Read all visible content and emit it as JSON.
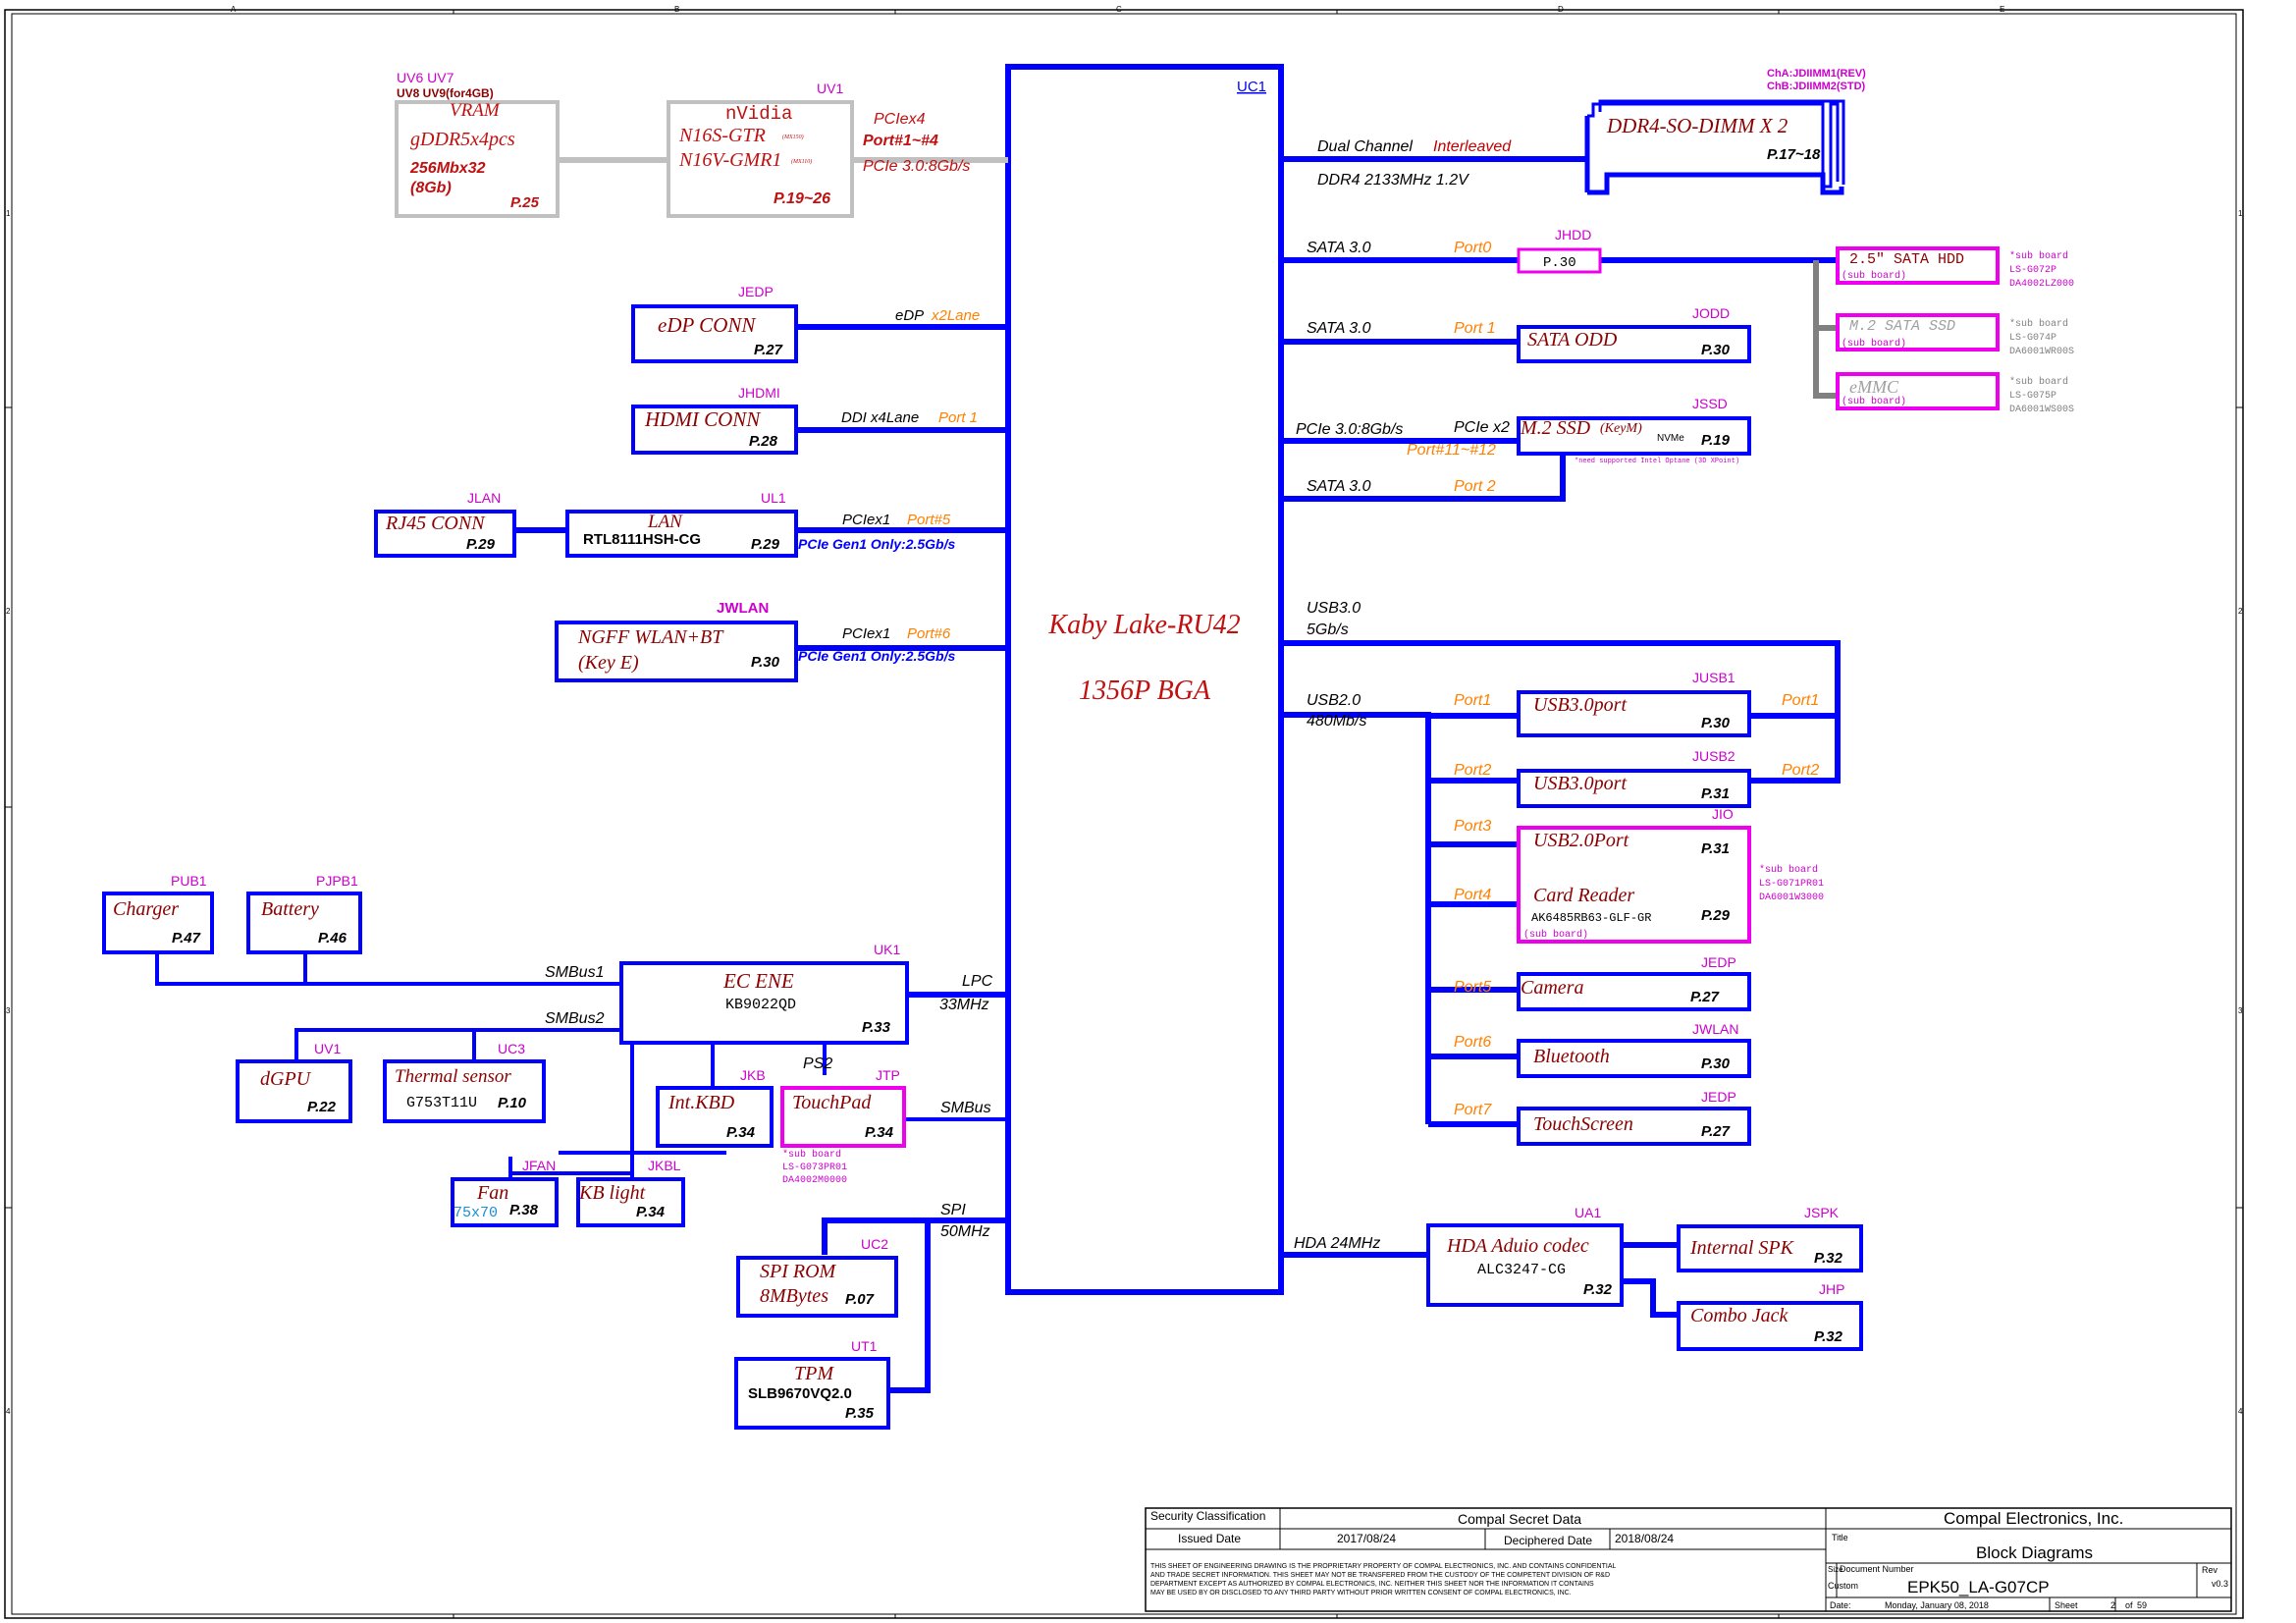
{
  "border": {
    "cols": [
      "A",
      "B",
      "C",
      "D",
      "E"
    ],
    "rows": [
      "1",
      "2",
      "3",
      "4"
    ]
  },
  "colors": {
    "bus": "#0000ff",
    "text": "#000000",
    "title_text": "#8b0000",
    "ref": "#cc00cc",
    "port": "#ff8000",
    "gray": "#a0a0a0",
    "magenta_box": "#ee00ee",
    "cyan_text": "#1a8fd6"
  },
  "cpu": {
    "ref": "UC1",
    "name": "Kaby Lake-RU42",
    "package": "1356P BGA"
  },
  "vram": {
    "refs1": "UV6  UV7",
    "refs2": "UV8 UV9(for4GB)",
    "title": "VRAM",
    "line1": "gDDR5x4pcs",
    "line2": "256Mbx32",
    "line3": "(8Gb)",
    "page": "P.25"
  },
  "gpu": {
    "ref": "UV1",
    "title": "nVidia",
    "line1": "N16S-GTR",
    "tag1": "(MX150)",
    "line2": "N16V-GMR1",
    "tag2": "(MX110)",
    "page": "P.19~26",
    "bus1": "PCIex4",
    "bus2": "Port#1~#4",
    "bus3": "PCIe 3.0:8Gb/s"
  },
  "edp": {
    "ref": "JEDP",
    "title": "eDP CONN",
    "page": "P.27",
    "bus": "eDP",
    "lane": "x2Lane"
  },
  "hdmi": {
    "ref": "JHDMI",
    "title": "HDMI CONN",
    "page": "P.28",
    "bus": "DDI x4Lane",
    "port": "Port 1"
  },
  "rj45": {
    "ref": "JLAN",
    "title": "RJ45 CONN",
    "page": "P.29"
  },
  "lan": {
    "ref": "UL1",
    "title": "LAN",
    "chip": "RTL8111HSH-CG",
    "page": "P.29",
    "bus": "PCIex1",
    "port": "Port#5",
    "speed": "PCIe Gen1 Only:2.5Gb/s"
  },
  "wlan": {
    "ref": "JWLAN",
    "title": "NGFF WLAN+BT",
    "title2": "(Key E)",
    "page": "P.30",
    "bus": "PCIex1",
    "port": "Port#6",
    "speed": "PCIe Gen1 Only:2.5Gb/s"
  },
  "ddr": {
    "note1": "ChA:JDIIMM1(REV)",
    "note2": "ChB:JDIIMM2(STD)",
    "title": "DDR4-SO-DIMM X 2",
    "page": "P.17~18",
    "bus1a": "Dual Channel",
    "bus1b": "Interleaved",
    "bus2": "DDR4 2133MHz 1.2V"
  },
  "sata0": {
    "bus": "SATA 3.0",
    "port": "Port0",
    "ref": "JHDD",
    "page": "P.30"
  },
  "hdd": {
    "title": "2.5\" SATA HDD",
    "sub": "(sub board)",
    "n1": "*sub board",
    "n2": "LS-G072P",
    "n3": "DA4002LZ000"
  },
  "m2sata": {
    "title": "M.2 SATA SSD",
    "sub": "(sub board)",
    "n1": "*sub board",
    "n2": "LS-G074P",
    "n3": "DA6001WR00S"
  },
  "emmc": {
    "title": "eMMC",
    "sub": "(sub board)",
    "n1": "*sub board",
    "n2": "LS-G075P",
    "n3": "DA6001WS00S"
  },
  "odd": {
    "bus": "SATA 3.0",
    "port": "Port 1",
    "ref": "JODD",
    "title": "SATA ODD",
    "page": "P.30"
  },
  "ssd": {
    "bus": "PCIe 3.0:8Gb/s",
    "bus2": "PCIe x2",
    "port": "Port#11~#12",
    "ref": "JSSD",
    "title": "M.2 SSD",
    "key": "(KeyM)",
    "nvme": "NVMe",
    "page": "P.19",
    "note": "*need supported Intel Optane (3D XPoint)"
  },
  "sata2": {
    "bus": "SATA 3.0",
    "port": "Port 2"
  },
  "usb3": {
    "bus": "USB3.0",
    "speed": "5Gb/s"
  },
  "usb2": {
    "bus": "USB2.0",
    "speed": "480Mb/s"
  },
  "usbports": [
    {
      "port": "Port1",
      "ref": "JUSB1",
      "title": "USB3.0port",
      "page": "P.30",
      "port3": "Port1"
    },
    {
      "port": "Port2",
      "ref": "JUSB2",
      "title": "USB3.0port",
      "page": "P.31",
      "port3": "Port2"
    }
  ],
  "jio": {
    "port3": "Port3",
    "port4": "Port4",
    "ref": "JIO",
    "title1": "USB2.0Port",
    "page1": "P.31",
    "title2": "Card Reader",
    "chip": "AK6485RB63-GLF-GR",
    "page2": "P.29",
    "sub": "(sub board)",
    "n1": "*sub board",
    "n2": "LS-G071PR01",
    "n3": "DA6001W3000"
  },
  "camera": {
    "port": "Port5",
    "ref": "JEDP",
    "title": "Camera",
    "page": "P.27"
  },
  "bt": {
    "port": "Port6",
    "ref": "JWLAN",
    "title": "Bluetooth",
    "page": "P.30"
  },
  "touch": {
    "port": "Port7",
    "ref": "JEDP",
    "title": "TouchScreen",
    "page": "P.27"
  },
  "hda": {
    "bus": "HDA 24MHz",
    "ref": "UA1",
    "title": "HDA Aduio codec",
    "chip": "ALC3247-CG",
    "page": "P.32"
  },
  "spk": {
    "ref": "JSPK",
    "title": "Internal SPK",
    "page": "P.32"
  },
  "jack": {
    "ref": "JHP",
    "title": "Combo Jack",
    "page": "P.32"
  },
  "charger": {
    "ref": "PUB1",
    "title": "Charger",
    "page": "P.47"
  },
  "battery": {
    "ref": "PJPB1",
    "title": "Battery",
    "page": "P.46"
  },
  "ec": {
    "ref": "UK1",
    "title": "EC ENE",
    "chip": "KB9022QD",
    "page": "P.33",
    "smb1": "SMBus1",
    "smb2": "SMBus2",
    "lpc": "LPC",
    "lpcf": "33MHz",
    "ps2": "PS2",
    "smbus": "SMBus"
  },
  "dgpu": {
    "ref": "UV1",
    "title": "dGPU",
    "page": "P.22"
  },
  "therm": {
    "ref": "UC3",
    "title": "Thermal sensor",
    "chip": "G753T11U",
    "page": "P.10"
  },
  "kbd": {
    "ref": "JKB",
    "title": "Int.KBD",
    "page": "P.34"
  },
  "tp": {
    "ref": "JTP",
    "title": "TouchPad",
    "page": "P.34",
    "n1": "*sub board",
    "n2": "LS-G073PR01",
    "n3": "DA4002M0000"
  },
  "fan": {
    "ref": "JFAN",
    "title": "Fan",
    "size": "75x70",
    "page": "P.38"
  },
  "kbl": {
    "ref": "JKBL",
    "title": "KB light",
    "page": "P.34"
  },
  "spi": {
    "bus": "SPI",
    "freq": "50MHz"
  },
  "rom": {
    "ref": "UC2",
    "title": "SPI ROM",
    "title2": "8MBytes",
    "page": "P.07"
  },
  "tpm": {
    "ref": "UT1",
    "title": "TPM",
    "chip": "SLB9670VQ2.0",
    "page": "P.35"
  },
  "titleblock": {
    "security": "Security Classification",
    "secret": "Compal Secret Data",
    "issued": "Issued Date",
    "issued_val": "2017/08/24",
    "deciphered": "Deciphered Date",
    "deciphered_val": "2018/08/24",
    "legal1": "THIS SHEET OF ENGINEERING DRAWING IS THE PROPRIETARY PROPERTY OF COMPAL ELECTRONICS, INC. AND CONTAINS CONFIDENTIAL",
    "legal2": "AND TRADE SECRET INFORMATION. THIS SHEET MAY NOT BE TRANSFERED FROM THE CUSTODY OF THE COMPETENT DIVISION OF R&D",
    "legal3": "DEPARTMENT EXCEPT AS AUTHORIZED BY COMPAL ELECTRONICS, INC. NEITHER THIS SHEET NOR THE INFORMATION IT CONTAINS",
    "legal4": "MAY BE USED BY OR DISCLOSED TO ANY THIRD PARTY WITHOUT PRIOR WRITTEN CONSENT OF COMPAL ELECTRONICS, INC.",
    "company": "Compal Electronics, Inc.",
    "title_lbl": "Title",
    "title": "Block Diagrams",
    "size_lbl": "Size",
    "docnum_lbl": "Document Number",
    "custom": "Custom",
    "docnum": "EPK50_LA-G07CP",
    "rev_lbl": "Rev",
    "rev": "v0.3",
    "date_lbl": "Date:",
    "date": "Monday, January 08, 2018",
    "sheet_lbl": "Sheet",
    "sheet": "2",
    "of": "of",
    "total": "59"
  }
}
